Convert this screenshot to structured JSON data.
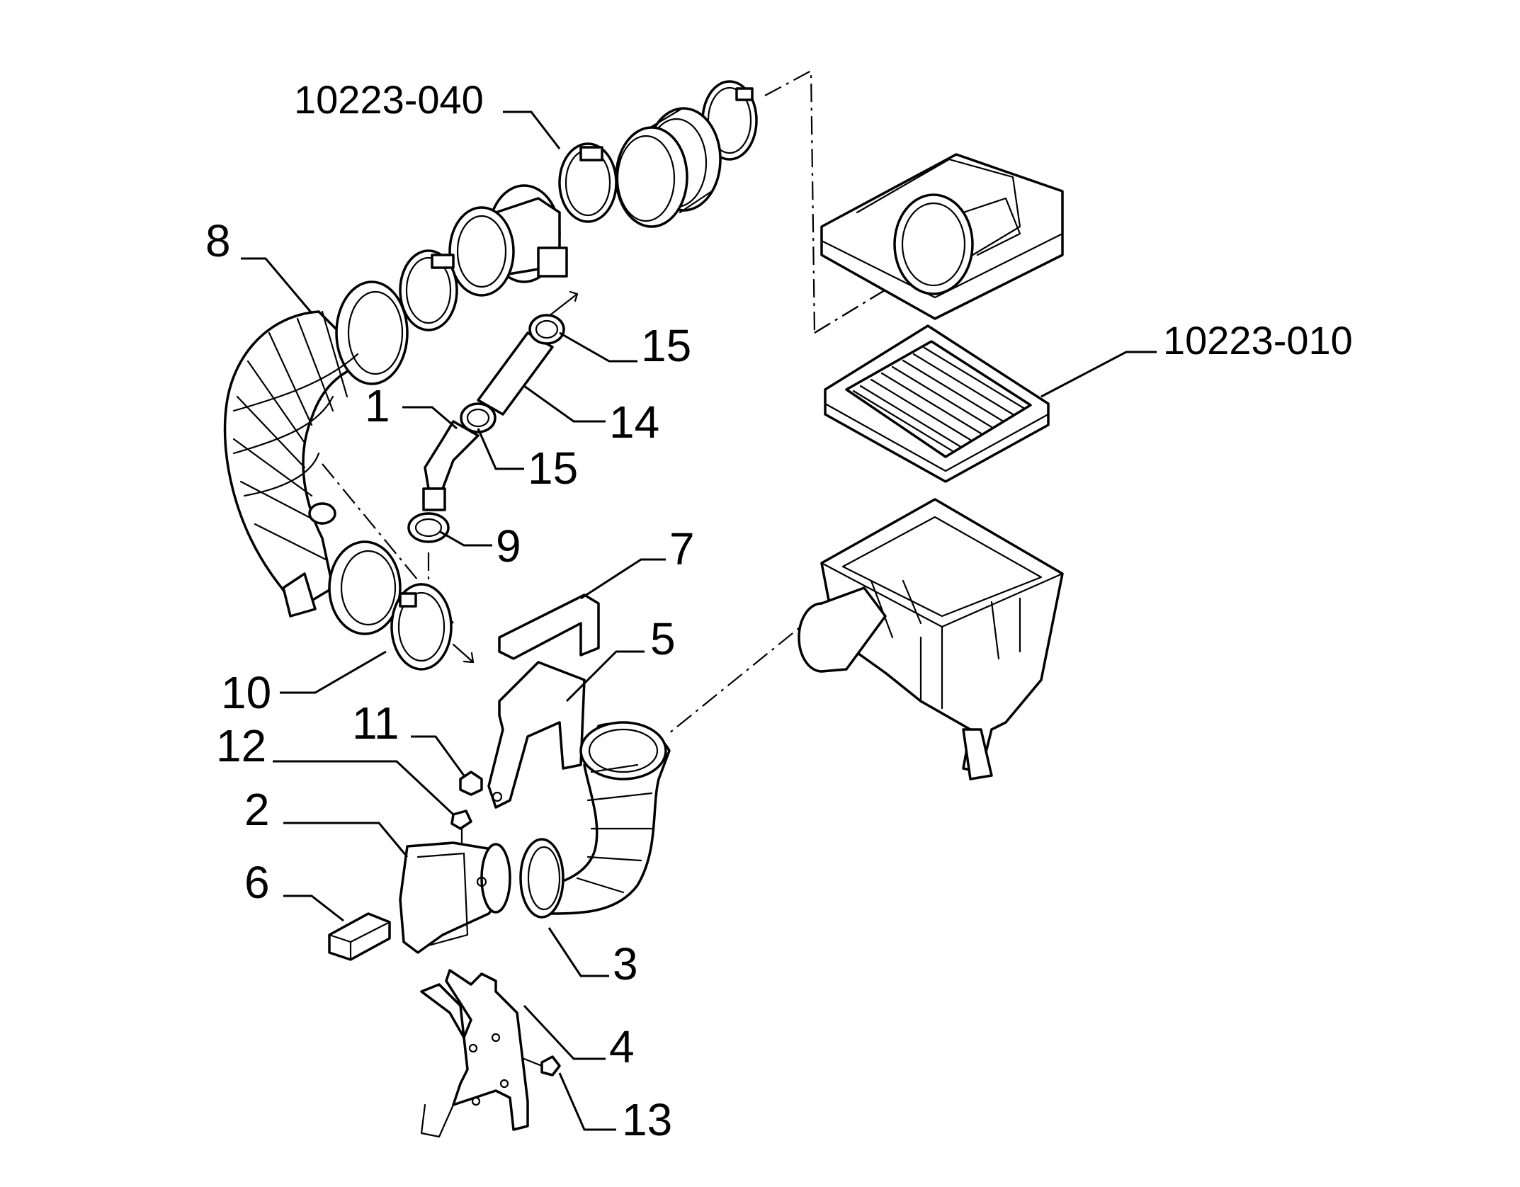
{
  "labels": {
    "p10223_040": "10223-040",
    "p10223_010": "10223-010",
    "p8": "8",
    "p15a": "15",
    "p1": "1",
    "p14": "14",
    "p15b": "15",
    "p9": "9",
    "p7": "7",
    "p5": "5",
    "p10": "10",
    "p11": "11",
    "p12": "12",
    "p2": "2",
    "p6": "6",
    "p3": "3",
    "p4": "4",
    "p13": "13"
  }
}
